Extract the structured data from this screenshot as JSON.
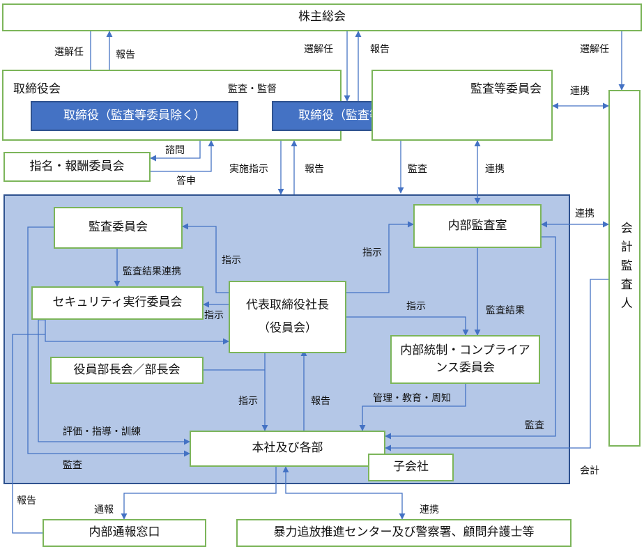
{
  "boxes": {
    "shareholders": "株主総会",
    "board": "取締役会",
    "directors_excl": "取締役（監査等委員除く）",
    "directors_audit": "取締役（監査等委員）",
    "audit_committee": "監査等委員会",
    "auditor": "会計監査人",
    "nomination": "指名・報酬委員会",
    "audit_comm_inner": "監査委員会",
    "internal_audit": "内部監査室",
    "security": "セキュリティ実行委員会",
    "president": "代表取締役社長\n（役員会）",
    "compliance": "内部統制・コンプライアンス委員会",
    "managers": "役員部長会／部長会",
    "hq": "本社及び各部",
    "subsidiary": "子会社",
    "whistle": "内部通報窓口",
    "police": "暴力追放推進センター及び警察署、顧問弁護士等"
  },
  "labels": {
    "elect1": "選解任",
    "report1": "報告",
    "elect2": "選解任",
    "report2": "報告",
    "elect3": "選解任",
    "supervise": "監査・監督",
    "liaison1": "連携",
    "liaison2": "連携",
    "liaison3": "連携",
    "liaison4": "連携",
    "consult": "諮問",
    "answer": "答申",
    "exec_instr": "実施指示",
    "report3": "報告",
    "audit1": "監査",
    "instr1": "指示",
    "instr2": "指示",
    "instr3": "指示",
    "instr4": "指示",
    "instr5": "指示",
    "audit_result_link": "監査結果連携",
    "audit_result": "監査結果",
    "report4": "報告",
    "mgmt": "管理・教育・周知",
    "audit2": "監査",
    "audit3": "監査",
    "evaluate": "評価・指導・訓練",
    "accounting": "会計",
    "report5": "報告",
    "notify": "通報"
  },
  "colors": {
    "box_border": "#7cb55a",
    "line": "#4472c4",
    "region_fill": "#b4c7e7",
    "dark_box": "#4472c4"
  }
}
